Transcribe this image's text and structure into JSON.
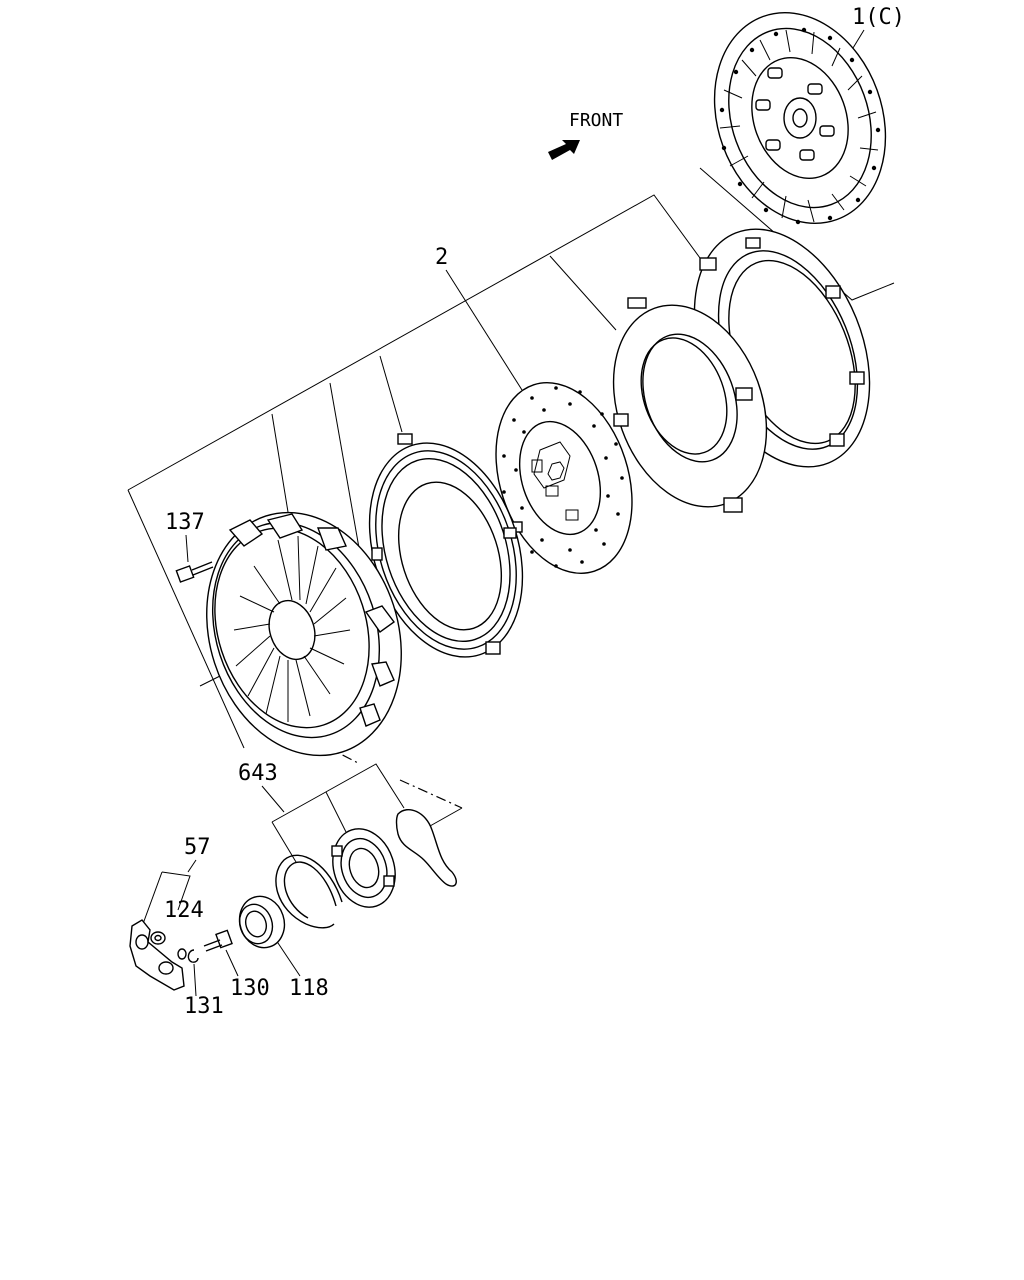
{
  "diagram": {
    "front_label": "FRONT",
    "callouts": {
      "clutch_disc": "1(C)",
      "driven_plate": "2",
      "bolt_137": "137",
      "kit_643": "643",
      "kit_57": "57",
      "part_124": "124",
      "part_130": "130",
      "part_118": "118",
      "part_131": "131"
    }
  }
}
